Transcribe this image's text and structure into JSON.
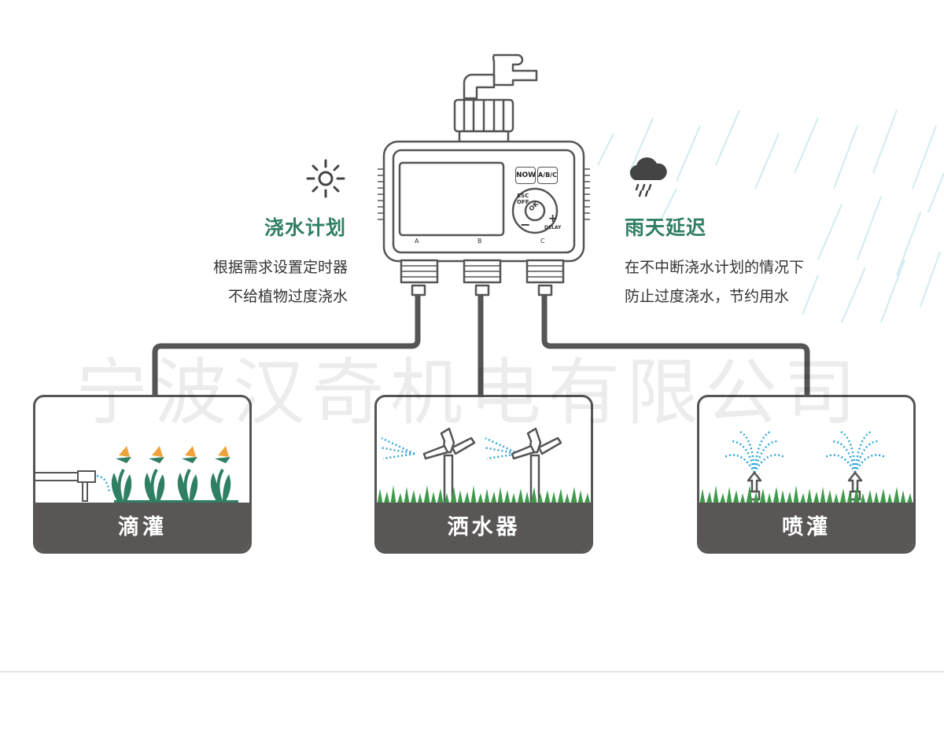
{
  "left_feature": {
    "icon": "sun-icon",
    "title": "浇水计划",
    "lines": [
      "根据需求设置定时器",
      "不给植物过度浇水"
    ]
  },
  "right_feature": {
    "icon": "rain-cloud-icon",
    "title": "雨天延迟",
    "lines": [
      "在不中断浇水计划的情况下",
      "防止过度浇水，节约用水"
    ]
  },
  "device": {
    "buttons": {
      "now": "NOW",
      "abc": "A/B/C",
      "esc": "ESC",
      "off": "OFF",
      "ok": "OK",
      "delay": "DELAY",
      "minus": "−",
      "plus": "+"
    },
    "ports": [
      "A",
      "B",
      "C"
    ]
  },
  "panels": [
    {
      "label": "滴灌"
    },
    {
      "label": "洒水器"
    },
    {
      "label": "喷灌"
    }
  ],
  "watermark": "宁波汉奇机电有限公司",
  "colors": {
    "accent": "#2f7f62",
    "ground": "#5a5656",
    "pipe": "#555555",
    "water": "#2fa7d9",
    "rain": "#bfe3ef"
  }
}
